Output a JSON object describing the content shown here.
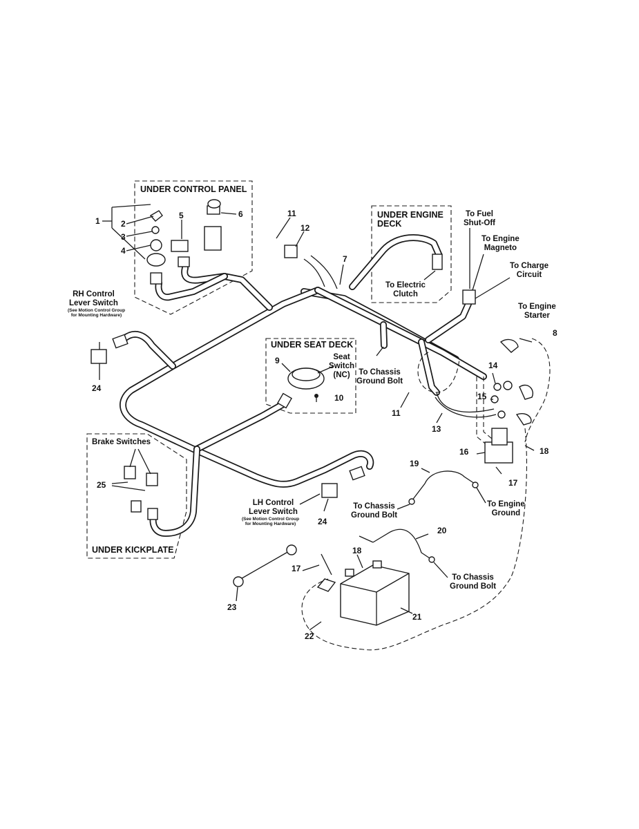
{
  "sections": {
    "control_panel": "UNDER CONTROL PANEL",
    "engine_deck": "UNDER ENGINE DECK",
    "seat_deck": "UNDER SEAT DECK",
    "kickplate": "UNDER KICKPLATE"
  },
  "labels": {
    "rh_switch": "RH Control\nLever Switch",
    "rh_note": "(See Motion Control Group\nfor Mounting Hardware)",
    "lh_switch": "LH Control\nLever Switch",
    "lh_note": "(See Motion Control Group\nfor Mounting Hardware)",
    "seat_switch": "Seat\nSwitch\n(NC)",
    "chassis_ground_1": "To Chassis\nGround Bolt",
    "chassis_ground_2": "To Chassis\nGround Bolt",
    "chassis_ground_3": "To Chassis\nGround Bolt",
    "electric_clutch": "To Electric\nClutch",
    "fuel_shutoff": "To Fuel\nShut-Off",
    "engine_magneto": "To Engine\nMagneto",
    "charge_circuit": "To Charge\nCircuit",
    "engine_starter": "To Engine\nStarter",
    "engine_ground": "To Engine\nGround",
    "brake_switches": "Brake Switches"
  },
  "callouts": {
    "n1": "1",
    "n2": "2",
    "n3": "3",
    "n4": "4",
    "n5": "5",
    "n6": "6",
    "n7": "7",
    "n8": "8",
    "n9": "9",
    "n10": "10",
    "n11a": "11",
    "n11b": "11",
    "n12": "12",
    "n13": "13",
    "n14": "14",
    "n15": "15",
    "n16": "16",
    "n17a": "17",
    "n17b": "17",
    "n18a": "18",
    "n18b": "18",
    "n19": "19",
    "n20": "20",
    "n21": "21",
    "n22": "22",
    "n23": "23",
    "n24a": "24",
    "n24b": "24",
    "n25": "25"
  }
}
